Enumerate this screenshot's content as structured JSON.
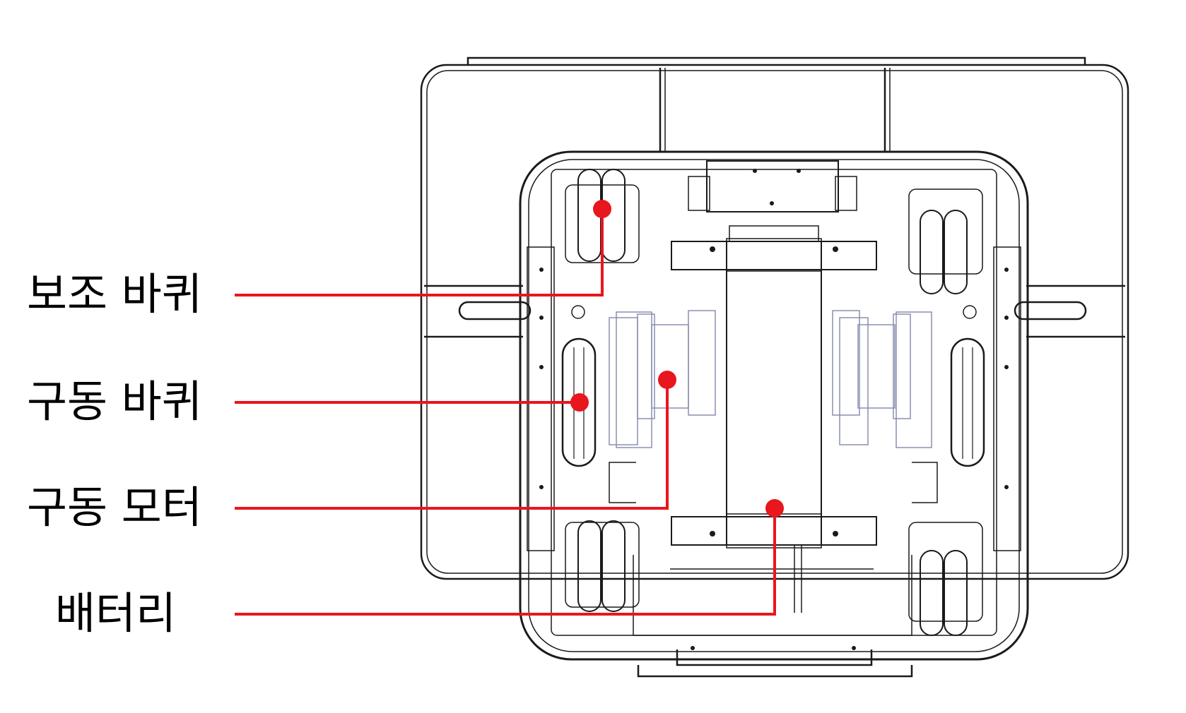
{
  "labels": {
    "auxiliary_wheel": "보조 바퀴",
    "drive_wheel": "구동 바퀴",
    "drive_motor": "구동 모터",
    "battery": "배터리"
  },
  "colors": {
    "callout": "#e8161d",
    "outline": "#1a1a1a",
    "faint": "#8a8fb0",
    "background": "#ffffff"
  }
}
